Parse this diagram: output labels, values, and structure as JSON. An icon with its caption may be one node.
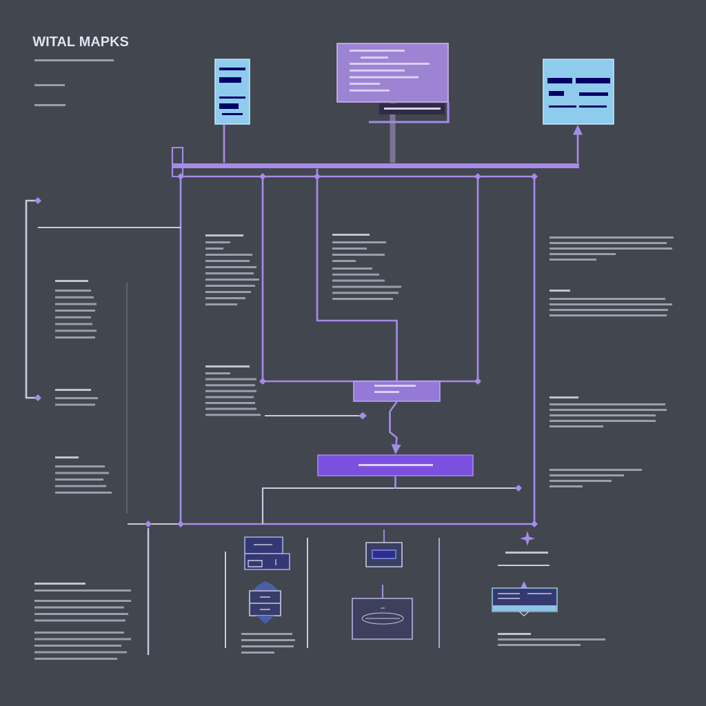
{
  "diagram": {
    "title": "WITAL MAPKS",
    "nodes": [
      {
        "text": [],
        "shape": "box"
      },
      {
        "text": [],
        "shape": "box"
      },
      {
        "text": [],
        "shape": "box"
      },
      {
        "text": [],
        "shape": "bar"
      },
      {
        "text": [],
        "shape": "box"
      },
      {
        "text": [],
        "shape": "box"
      }
    ],
    "edges": [
      {
        "from": 0,
        "to": 3,
        "arrow": "none"
      },
      {
        "from": 1,
        "to": 3,
        "arrow": "none",
        "style": "thick",
        "color": "#7a7494"
      },
      {
        "from": 3,
        "to": 2,
        "arrow": "to"
      },
      {
        "from": 3,
        "to": 4,
        "arrow": "none"
      },
      {
        "from": 4,
        "to": 5,
        "arrow": "to"
      },
      {
        "from": 5,
        "to": null,
        "arrow": "none"
      }
    ]
  }
}
